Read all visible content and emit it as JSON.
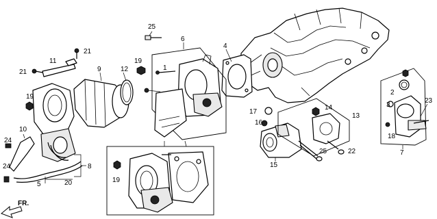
{
  "callouts": [
    {
      "id": "c1",
      "text": "1"
    },
    {
      "id": "c2",
      "text": "2"
    },
    {
      "id": "c3",
      "text": "3"
    },
    {
      "id": "c4",
      "text": "4"
    },
    {
      "id": "c5",
      "text": "5"
    },
    {
      "id": "c6",
      "text": "6"
    },
    {
      "id": "c7",
      "text": "7"
    },
    {
      "id": "c8",
      "text": "8"
    },
    {
      "id": "c9",
      "text": "9"
    },
    {
      "id": "c10",
      "text": "10"
    },
    {
      "id": "c11",
      "text": "11"
    },
    {
      "id": "c12",
      "text": "12"
    },
    {
      "id": "c13",
      "text": "13"
    },
    {
      "id": "c14",
      "text": "14"
    },
    {
      "id": "c15",
      "text": "15"
    },
    {
      "id": "c16",
      "text": "16"
    },
    {
      "id": "c17",
      "text": "17"
    },
    {
      "id": "c18",
      "text": "18"
    },
    {
      "id": "c19a",
      "text": "19"
    },
    {
      "id": "c19b",
      "text": "19"
    },
    {
      "id": "c19c",
      "text": "19"
    },
    {
      "id": "c20",
      "text": "20"
    },
    {
      "id": "c21a",
      "text": "21"
    },
    {
      "id": "c21b",
      "text": "21"
    },
    {
      "id": "c22",
      "text": "22"
    },
    {
      "id": "c23",
      "text": "23"
    },
    {
      "id": "c24a",
      "text": "24"
    },
    {
      "id": "c24b",
      "text": "24"
    },
    {
      "id": "c25a",
      "text": "25"
    },
    {
      "id": "c25b",
      "text": "25"
    }
  ],
  "front_label": "FR."
}
